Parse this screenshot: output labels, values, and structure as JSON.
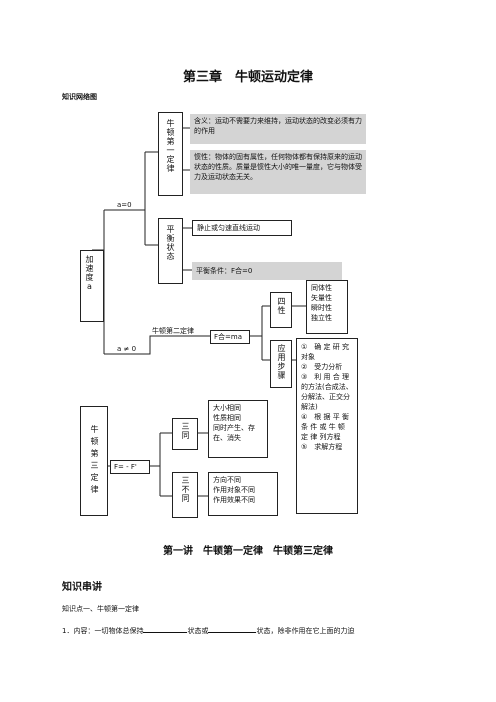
{
  "header": {
    "chapter_title": "第三章　牛顿运动定律",
    "section_label": "知识网络图"
  },
  "diagram": {
    "acceleration_box": "加速度a",
    "a_zero": "a=0",
    "a_nonzero": "a ≠ 0",
    "newton1_title": "牛顿第一定律",
    "meaning": "含义：运动不需要力来维持，运动状态的改变必须有力的作用",
    "inertia": "惯性：物体的固有属性，任何物体都有保持原来的运动状态的性质。质量是惯性大小的唯一量度，它与物体受力及运动状态无关。",
    "equilibrium_title": "平衡状态",
    "static_motion": "静止或匀速直线运动",
    "equilibrium_condition": "平衡条件：F合=0",
    "newton2_title": "牛顿第二定律",
    "f_ma": "F合=ma",
    "four_props_title": "四性",
    "four_props": [
      "同体性",
      "矢量性",
      "瞬时性",
      "独立性"
    ],
    "application_title": "应用步骤",
    "steps": [
      "①　确 定 研 究 对象",
      "②　受力分析",
      "③　利 用 合 理 的方法(合成法、分解法、正交分解法)",
      "④　根 据 平 衡 条 件 或 牛 顿 定 律 列方程",
      "⑤　求解方程"
    ],
    "newton3_title": "牛顿第三定律",
    "f_equal": "F= - F'",
    "three_same_title": "三同",
    "three_same": [
      "大小相同",
      "性质相同",
      "同时产生、存在、消失"
    ],
    "three_diff_title": "三不同",
    "three_diff": [
      "方向不同",
      "作用对象不同",
      "作用效果不同"
    ]
  },
  "lecture_title": "第一讲　牛顿第一定律　牛顿第三定律",
  "knowledge_heading": "知识串讲",
  "point1": "知识点一、牛顿第一定律",
  "content_line": {
    "prefix": "1．内容：一切物体总保持",
    "mid1": "状态或",
    "mid2": "状态，除非作用在它上面的力迫"
  }
}
